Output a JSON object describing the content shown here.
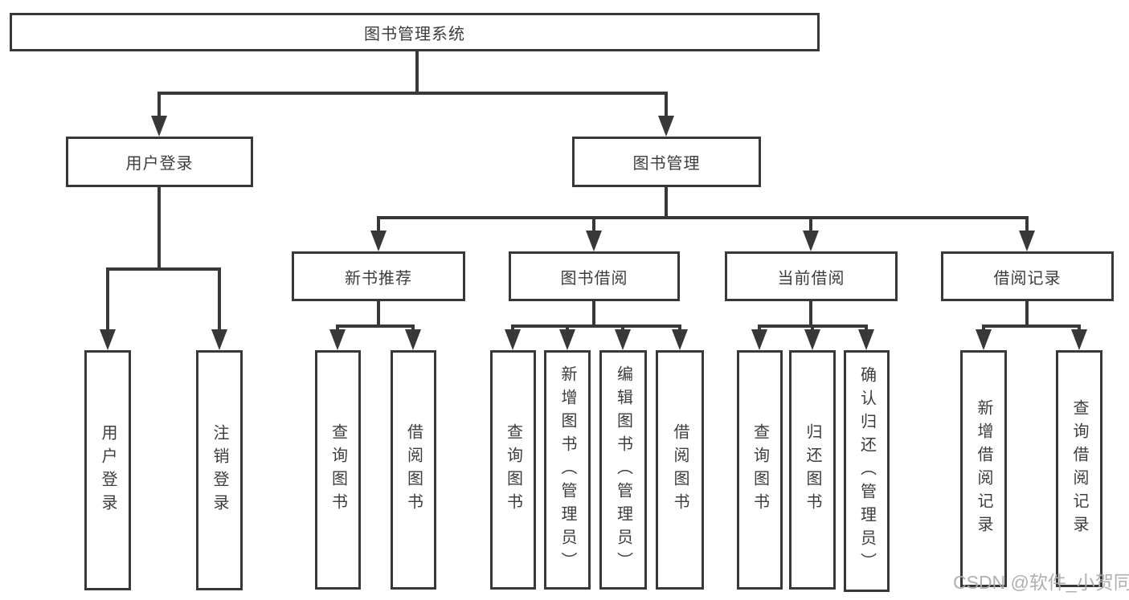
{
  "colors": {
    "line": "#383838",
    "text": "#3d3d3d",
    "background": "#ffffff",
    "watermark": "#ababab"
  },
  "watermark": "CSDN @软件_小贺同学",
  "tree": {
    "label": "图书管理系统",
    "children": [
      {
        "label": "用户登录",
        "children": [
          {
            "label": "用户登录"
          },
          {
            "label": "注销登录"
          }
        ]
      },
      {
        "label": "图书管理",
        "children": [
          {
            "label": "新书推荐",
            "children": [
              {
                "label": "查询图书"
              },
              {
                "label": "借阅图书"
              }
            ]
          },
          {
            "label": "图书借阅",
            "children": [
              {
                "label": "查询图书"
              },
              {
                "label": "新增图书（管理员）"
              },
              {
                "label": "编辑图书（管理员）"
              },
              {
                "label": "借阅图书"
              }
            ]
          },
          {
            "label": "当前借阅",
            "children": [
              {
                "label": "查询图书"
              },
              {
                "label": "归还图书"
              },
              {
                "label": "确认归还（管理员）"
              }
            ]
          },
          {
            "label": "借阅记录",
            "children": [
              {
                "label": "新增借阅记录"
              },
              {
                "label": "查询借阅记录"
              }
            ]
          }
        ]
      }
    ]
  }
}
